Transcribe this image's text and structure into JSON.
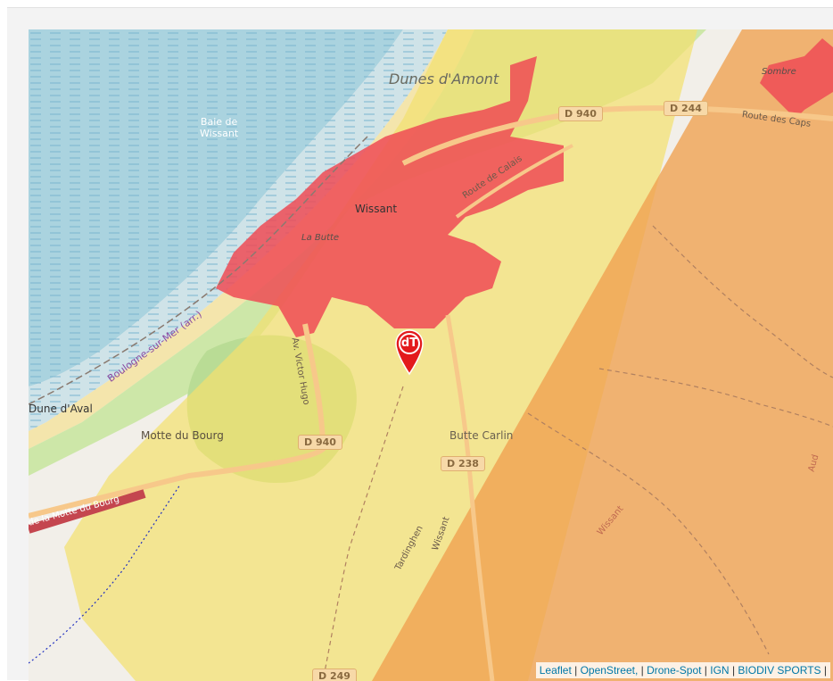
{
  "places": {
    "dunes_amont": "Dunes d'Amont",
    "baie": "Baie de\nWissant",
    "wissant": "Wissant",
    "la_butte": "La Butte",
    "sombre": "Sombre",
    "dune_aval": "Dune d'Aval",
    "motte_bourg": "Motte du Bourg",
    "butte_carlin": "Butte Carlin"
  },
  "roads": {
    "d940_top": "D 940",
    "d244": "D 244",
    "d940_bottom": "D 940",
    "d238": "D 238",
    "d249": "D 249"
  },
  "streets": {
    "route_caps": "Route des Caps",
    "route_calais": "Route de Calais",
    "victor_hugo": "Av. Victor Hugo",
    "motte_bourg_road": "de la Motte du Bourg",
    "tardinghen": "Tardinghen",
    "wissant_road": "Wissant",
    "wissant_road2": "Wissant",
    "aud": "Aud",
    "boulogne": "Boulogne-sur-Mer (arr.)"
  },
  "marker": {
    "label": "dT"
  },
  "attribution": {
    "links": [
      "Leaflet",
      "OpenStreet,",
      "Drone-Spot",
      "IGN",
      "BIODIV SPORTS"
    ]
  },
  "colors": {
    "red_zone": "#ee4b55",
    "orange_zone": "#f0a050",
    "yellow_zone": "#f2e070",
    "sea": "#aad3df",
    "marker": "#e31a1c"
  }
}
